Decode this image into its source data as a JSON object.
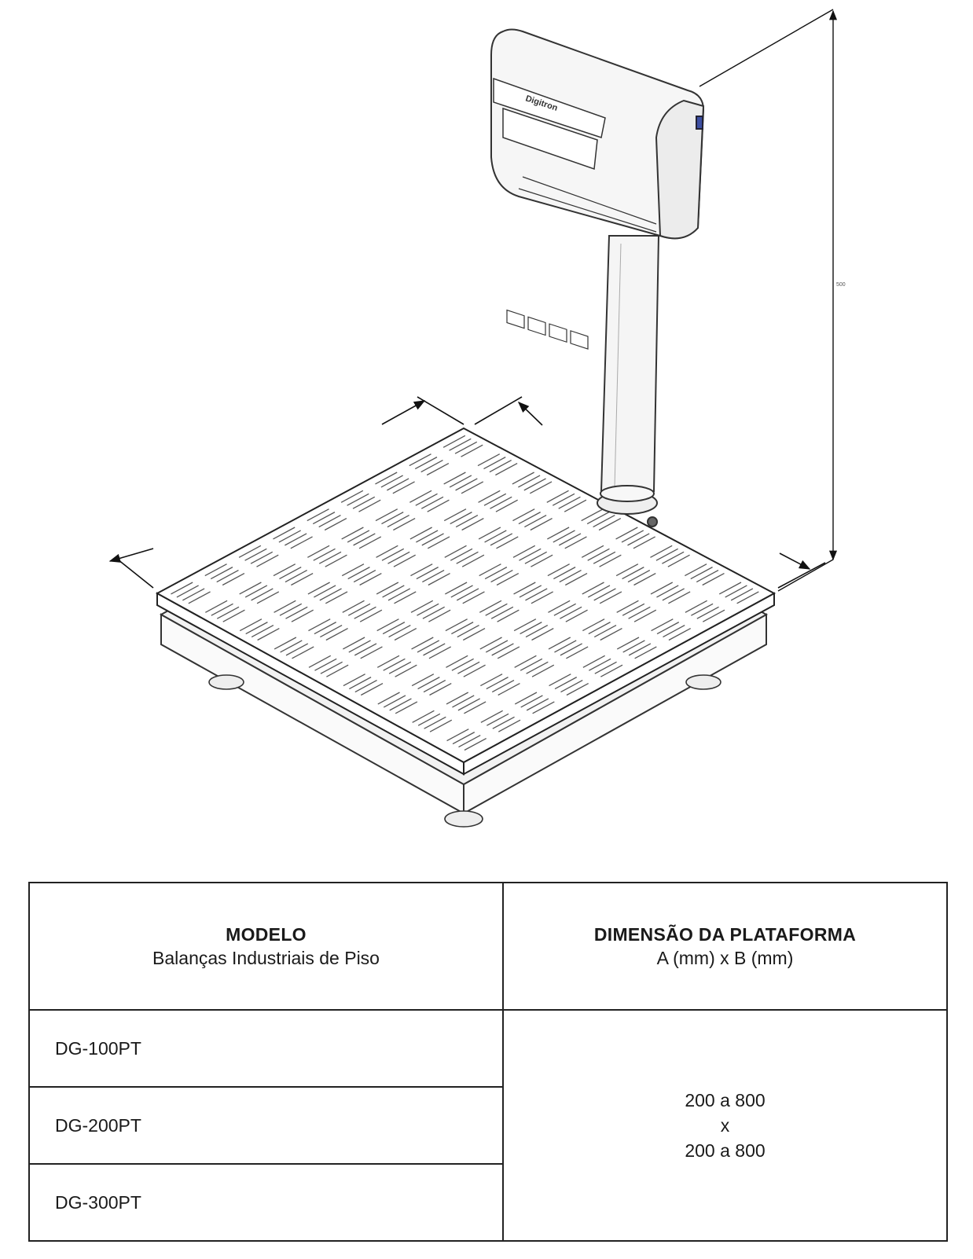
{
  "drawing": {
    "brand_mark": "Digitron",
    "height_dimension_label": "500"
  },
  "table": {
    "header_left": {
      "title": "MODELO",
      "subtitle": "Balanças Industriais de Piso"
    },
    "header_right": {
      "title": "DIMENSÃO DA PLATAFORMA",
      "subtitle": "A (mm) x B (mm)"
    },
    "models": [
      "DG-100PT",
      "DG-200PT",
      "DG-300PT"
    ],
    "dimension": {
      "line1": "200 a 800",
      "line2": "x",
      "line3": "200 a 800"
    }
  }
}
